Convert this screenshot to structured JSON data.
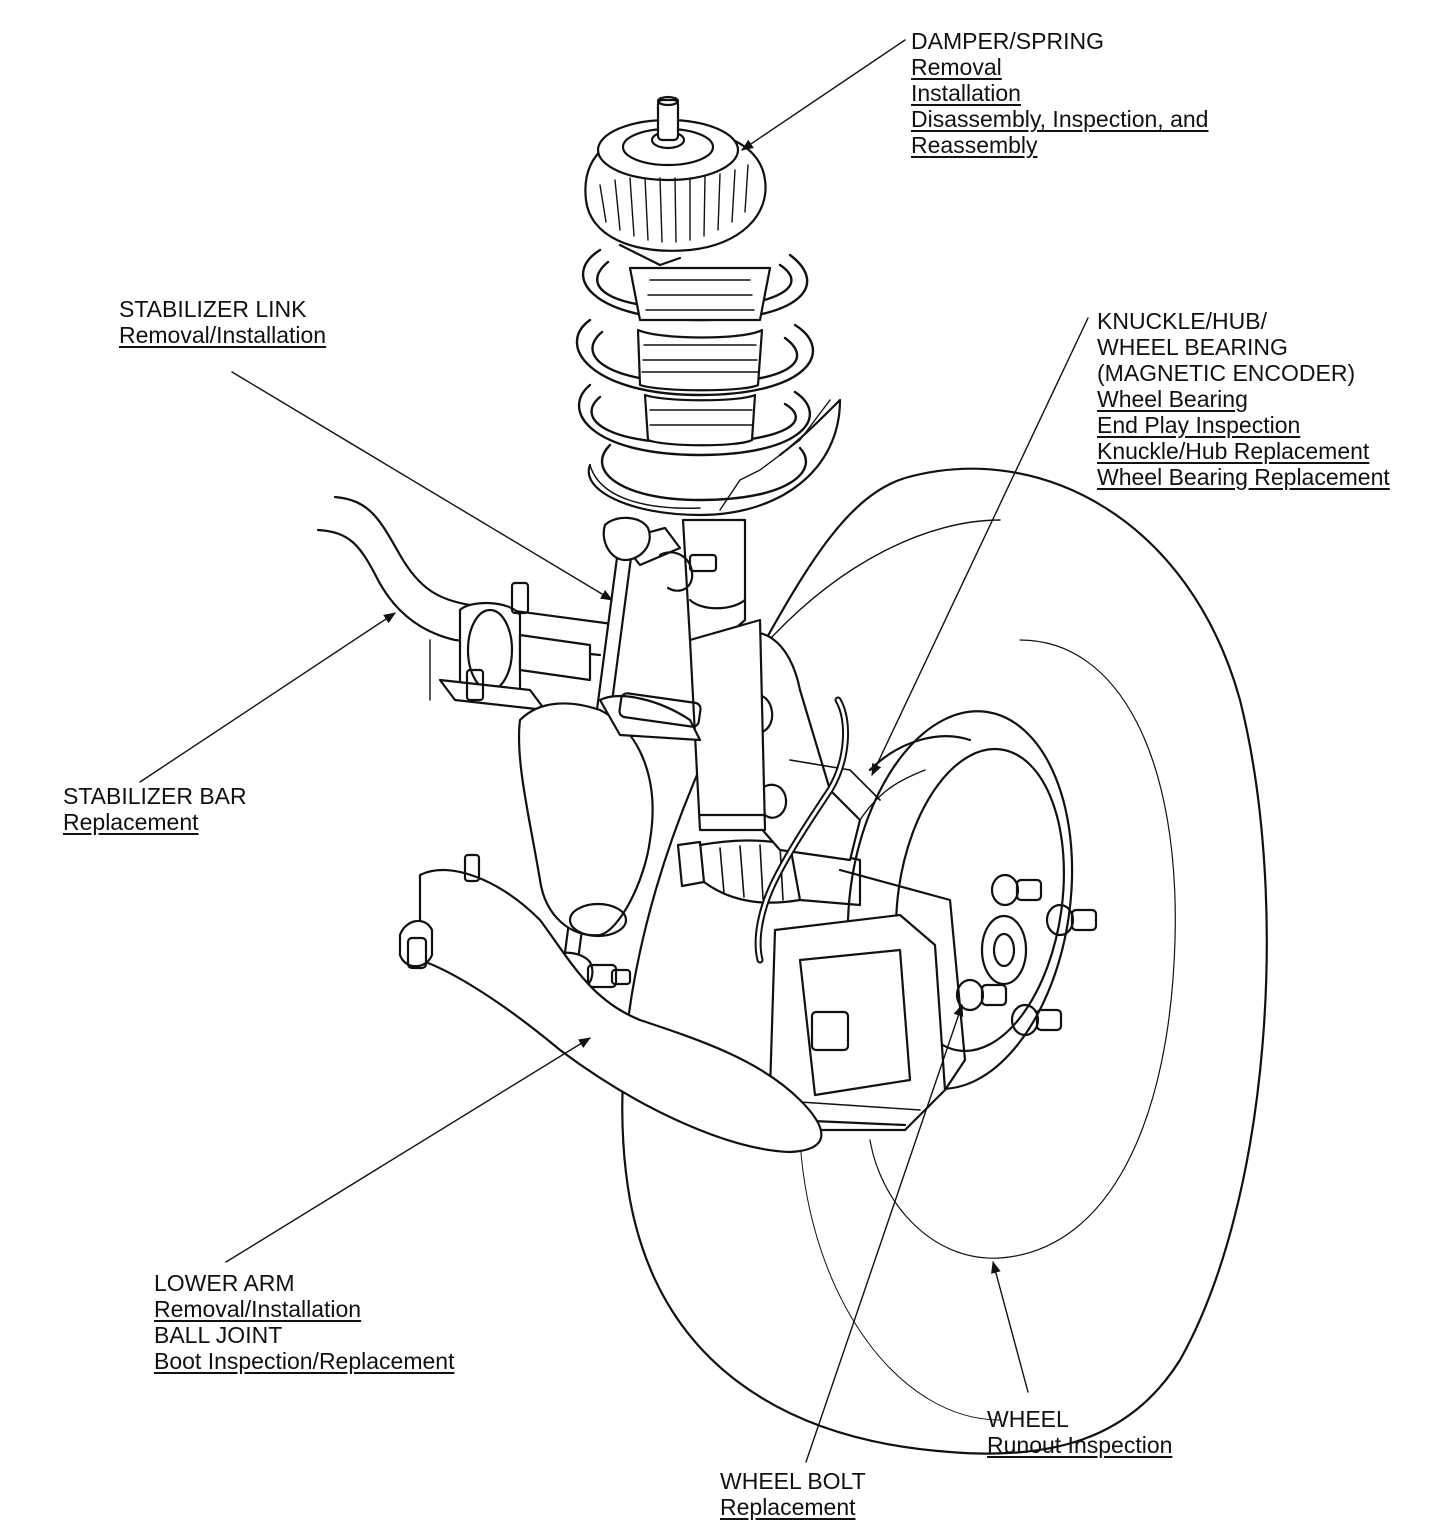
{
  "callouts": {
    "damper_spring": {
      "title": "DAMPER/SPRING",
      "links": [
        "Removal",
        "Installation",
        "Disassembly, Inspection, and",
        "Reassembly"
      ]
    },
    "stabilizer_link": {
      "title": "STABILIZER LINK",
      "links": [
        "Removal/Installation"
      ]
    },
    "knuckle_hub": {
      "title_lines": [
        "KNUCKLE/HUB/",
        "WHEEL BEARING",
        "(MAGNETIC ENCODER)"
      ],
      "links": [
        "Wheel Bearing",
        "End Play Inspection",
        "Knuckle/Hub Replacement",
        "Wheel Bearing Replacement"
      ]
    },
    "stabilizer_bar": {
      "title": "STABILIZER BAR",
      "links": [
        "Replacement"
      ]
    },
    "lower_arm": {
      "title": "LOWER ARM",
      "link1": "Removal/Installation",
      "subtitle": "BALL JOINT",
      "link2": "Boot Inspection/Replacement"
    },
    "wheel": {
      "title": "WHEEL",
      "links": [
        "Runout Inspection"
      ]
    },
    "wheel_bolt": {
      "title": "WHEEL BOLT",
      "links": [
        "Replacement"
      ]
    }
  }
}
